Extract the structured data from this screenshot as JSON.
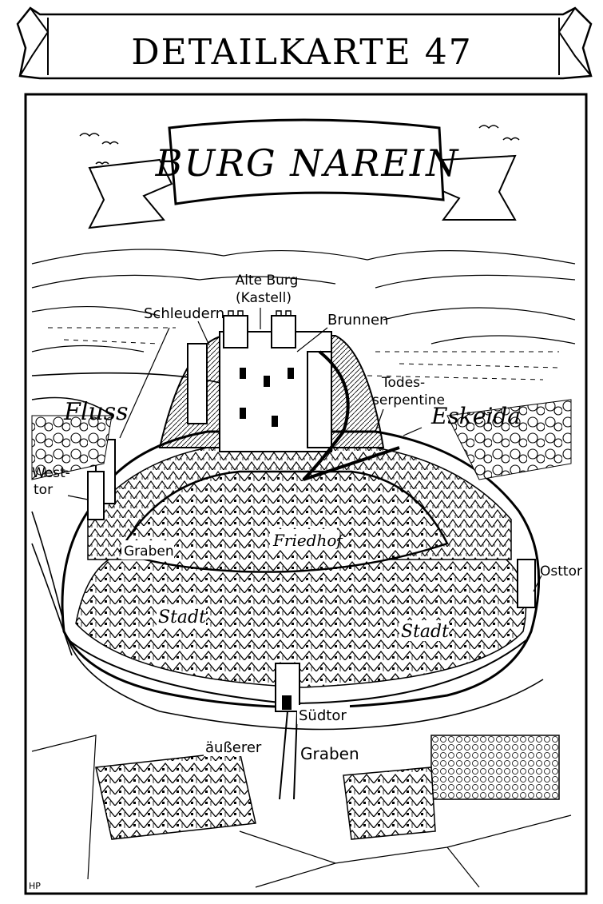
{
  "sheet_title": "DETAILKARTE 47",
  "map_title": "BURG NAREIN",
  "labels": {
    "alte_burg_1": "Alte Burg",
    "alte_burg_2": "(Kastell)",
    "schleudern": "Schleudern",
    "brunnen": "Brunnen",
    "todes_1": "Todes-",
    "todes_2": "serpentine",
    "esxeida": "Eskeida",
    "fluss": "Fluss",
    "westtor_1": "West-",
    "westtor_2": "tor",
    "graben": "Graben",
    "friedhof": "Friedhof",
    "stadt_west": "Stadt",
    "stadt_east": "Stadt",
    "osttor": "Osttor",
    "suedtor": "Südtor",
    "aeusserer": "äußerer",
    "graben_outer": "Graben",
    "signature": "HP"
  }
}
